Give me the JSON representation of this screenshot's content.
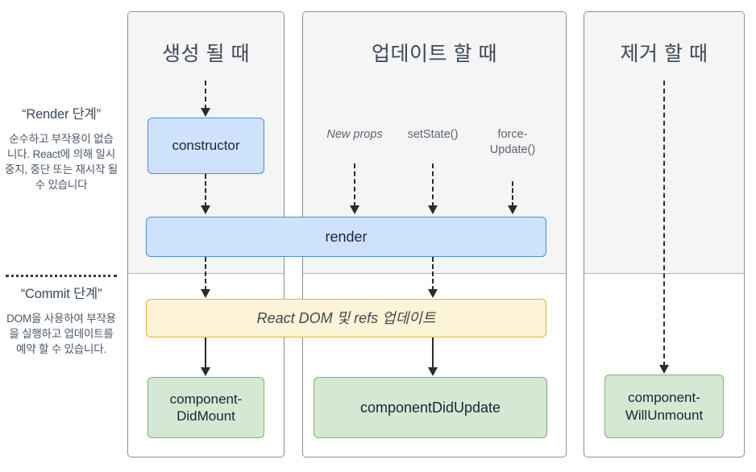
{
  "legend": {
    "render_phase": {
      "title": "“Render 단계”",
      "description": "순수하고 부작용이 없습니다. React에 의해 일시 중지, 중단 또는 재시작 될 수 있습니다"
    },
    "commit_phase": {
      "title": "“Commit 단계”",
      "description": "DOM을 사용하여 부작용을 실행하고 업데이트를 예약 할 수 있습니다."
    }
  },
  "columns": [
    {
      "id": "mount",
      "heading": "생성 될 때"
    },
    {
      "id": "update",
      "heading": "업데이트 할 때"
    },
    {
      "id": "unmount",
      "heading": "제거 할 때"
    }
  ],
  "triggers": [
    {
      "id": "new-props",
      "label": "New props",
      "italic": true
    },
    {
      "id": "set-state",
      "label": "setState()",
      "italic": false
    },
    {
      "id": "force-update",
      "line1": "force-",
      "line2": "Update()",
      "italic": false
    }
  ],
  "nodes": {
    "constructor": {
      "label": "constructor",
      "color": "#cfe2fb",
      "border": "#4a90e2"
    },
    "render": {
      "label": "render",
      "color": "#cfe2fb",
      "border": "#4a90e2"
    },
    "react_dom": {
      "label": "React DOM 및 refs 업데이트",
      "color": "#fdf3d7",
      "border": "#e6b422"
    },
    "component_did_mount": {
      "line1": "component-",
      "line2": "DidMount",
      "color": "#d5e8d4",
      "border": "#82b366"
    },
    "component_did_update": {
      "label": "componentDidUpdate",
      "color": "#d5e8d4",
      "border": "#82b366"
    },
    "component_will_unmount": {
      "line1": "component-",
      "line2": "WillUnmount",
      "color": "#d5e8d4",
      "border": "#82b366"
    }
  },
  "colors": {
    "render_band_bg": "#f5f5f5",
    "commit_band_bg": "#ffffff",
    "panel_border": "#8e8e8e",
    "connector": "#2b2b2b",
    "heading_text": "#3c4858"
  }
}
